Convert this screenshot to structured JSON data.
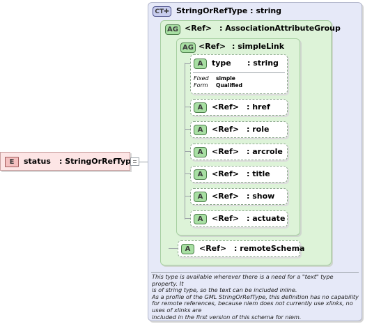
{
  "element": {
    "badge": "E",
    "name": "status",
    "type": ": StringOrRefType"
  },
  "complex_type": {
    "badge": "CT",
    "title": "StringOrRefType : string"
  },
  "association_group": {
    "badge": "AG",
    "ref": "<Ref>",
    "name": ": AssociationAttributeGroup"
  },
  "simple_link": {
    "badge": "AG",
    "ref": "<Ref>",
    "name": ": simpleLink"
  },
  "type_attr": {
    "badge": "A",
    "name": "type",
    "type": ": string",
    "fixed_label": "Fixed",
    "fixed_value": "simple",
    "form_label": "Form",
    "form_value": "Qualified"
  },
  "link_attrs": [
    {
      "badge": "A",
      "ref": "<Ref>",
      "name": ": href"
    },
    {
      "badge": "A",
      "ref": "<Ref>",
      "name": ": role"
    },
    {
      "badge": "A",
      "ref": "<Ref>",
      "name": ": arcrole"
    },
    {
      "badge": "A",
      "ref": "<Ref>",
      "name": ": title"
    },
    {
      "badge": "A",
      "ref": "<Ref>",
      "name": ": show"
    },
    {
      "badge": "A",
      "ref": "<Ref>",
      "name": ": actuate"
    }
  ],
  "remote_schema": {
    "badge": "A",
    "ref": "<Ref>",
    "name": ": remoteSchema"
  },
  "documentation": [
    "This type is available wherever there is a need for a \"text\" type property. It",
    "is of string type, so the text can be included inline.",
    "As a profile of the GML StringOrRefType, this definition has no capability",
    "for remote references, because niem does not currently use xlinks, no",
    "uses of xlinks are",
    "included in the first version of this schema for niem."
  ],
  "colors": {
    "complex_type_fill": "#e6e9f8",
    "group_fill": "#ddf3d8",
    "element_fill": "#fde5e5",
    "attr_badge": "#a8dfa3"
  }
}
